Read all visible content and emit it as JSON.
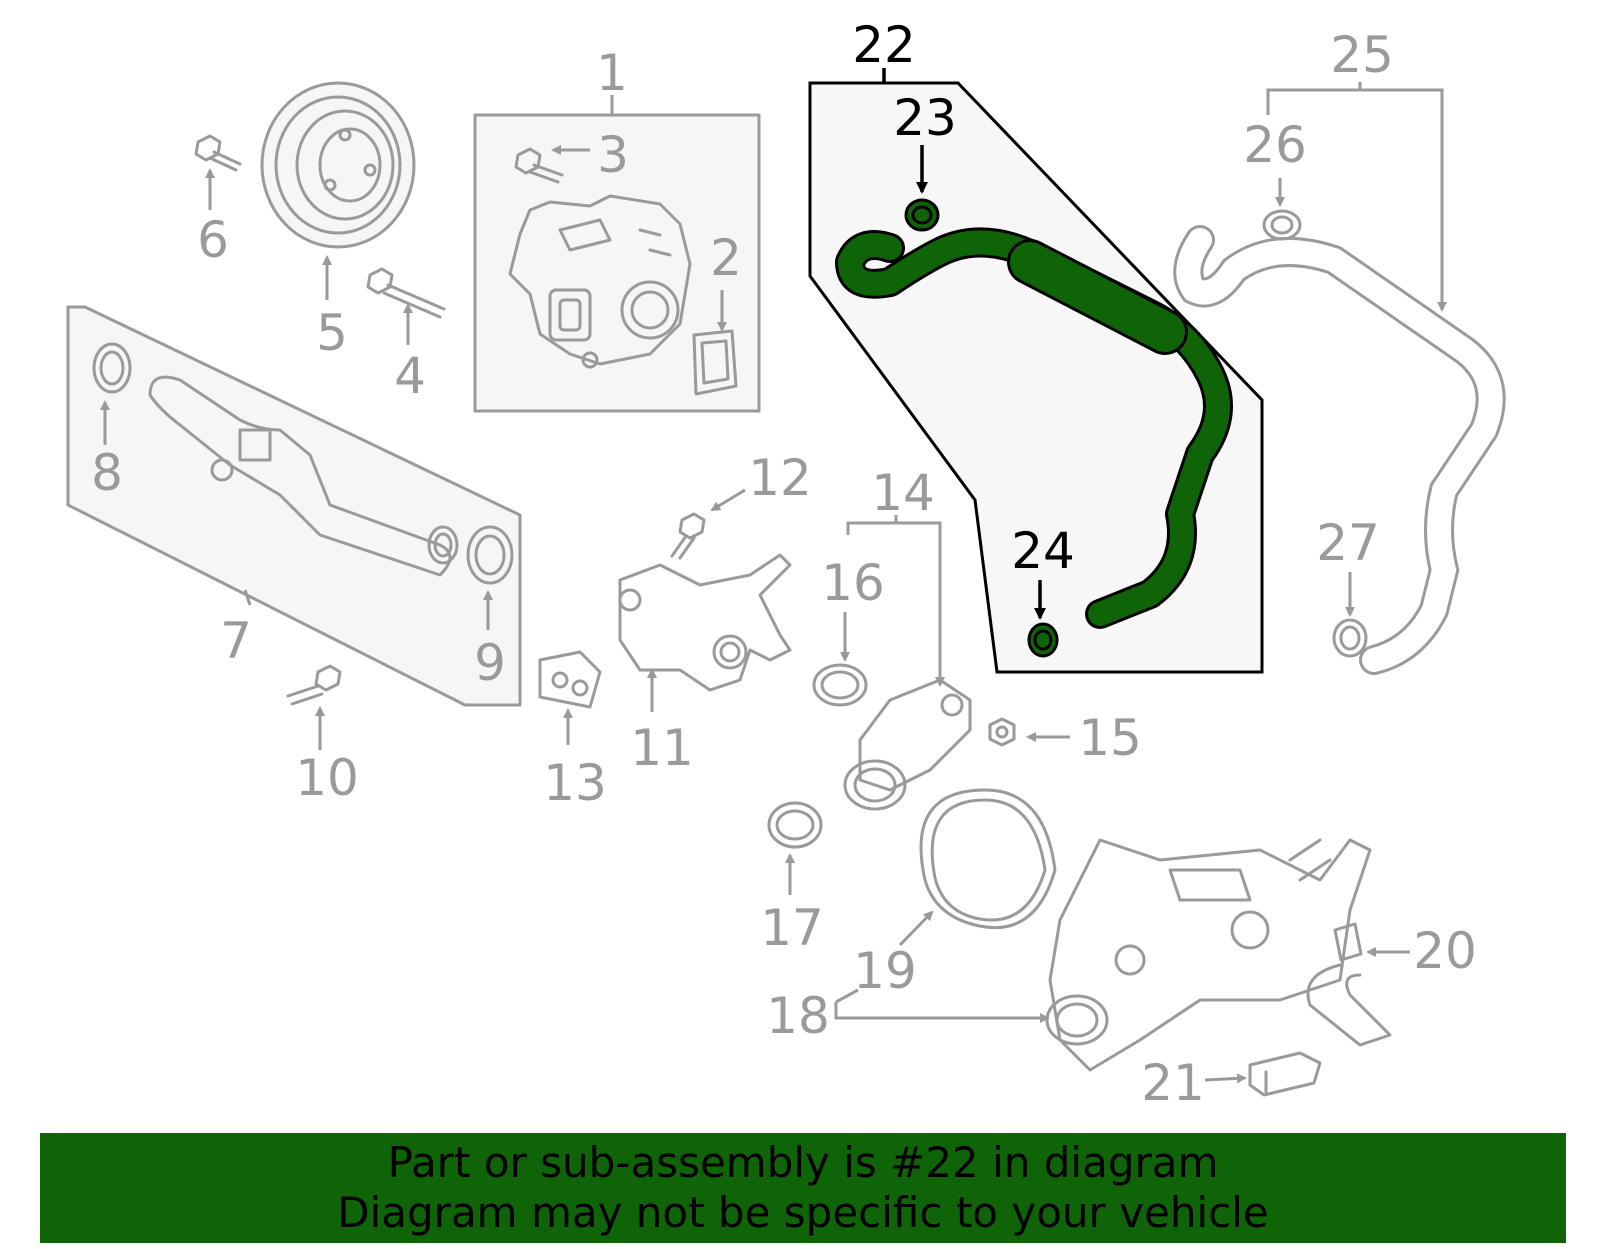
{
  "diagram": {
    "highlight_color": "#0f6407",
    "part_color": "#9a9a9a",
    "highlighted_part": "22",
    "callouts": {
      "c1": "1",
      "c2": "2",
      "c3": "3",
      "c4": "4",
      "c5": "5",
      "c6": "6",
      "c7": "7",
      "c8": "8",
      "c9": "9",
      "c10": "10",
      "c11": "11",
      "c12": "12",
      "c13": "13",
      "c14": "14",
      "c15": "15",
      "c16": "16",
      "c17": "17",
      "c18": "18",
      "c19": "19",
      "c20": "20",
      "c21": "21",
      "c22": "22",
      "c23": "23",
      "c24": "24",
      "c25": "25",
      "c26": "26",
      "c27": "27"
    }
  },
  "footer": {
    "line1": "Part or sub-assembly is #22 in diagram",
    "line2": "Diagram may not be specific to your vehicle",
    "background": "#0f6407"
  }
}
